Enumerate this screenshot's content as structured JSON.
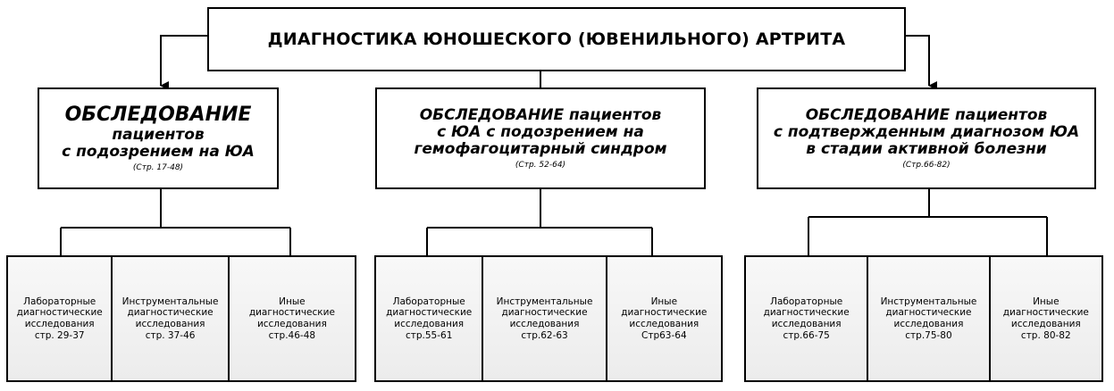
{
  "title": "ДИАГНОСТИКА ЮНОШЕСКОГО (ЮВЕНИЛЬНОГО) АРТРИТА",
  "groups": [
    {
      "heading_lines": [
        "ОБСЛЕДОВАНИЕ",
        "пациентов",
        "с подозрением на ЮА"
      ],
      "page_ref": "(Стр. 17-48)",
      "children": [
        "Лабораторные\nдиагностические\nисследования\nстр. 29-37",
        "Инструментальные\nдиагностические\nисследования\nстр. 37-46",
        "Иные\nдиагностические\nисследования\nстр.46-48"
      ]
    },
    {
      "heading_lines": [
        "ОБСЛЕДОВАНИЕ пациентов",
        "с ЮА с подозрением на",
        "гемофагоцитарный синдром"
      ],
      "page_ref": "(Стр. 52-64)",
      "children": [
        "Лабораторные\nдиагностические\nисследования\nстр.55-61",
        "Инструментальные\nдиагностические\nисследования\nстр.62-63",
        "Иные\nдиагностические\nисследования\nСтр63-64"
      ]
    },
    {
      "heading_lines": [
        "ОБСЛЕДОВАНИЕ пациентов",
        "с подтвержденным диагнозом ЮА",
        "в стадии активной болезни"
      ],
      "page_ref": "(Стр.66-82)",
      "children": [
        "Лабораторные\nдиагностические\nисследования\nстр.66-75",
        "Инструментальные\nдиагностические\nисследования\nстр.75-80",
        "Иные\nдиагностические\nисследования\nстр. 80-82"
      ]
    }
  ]
}
